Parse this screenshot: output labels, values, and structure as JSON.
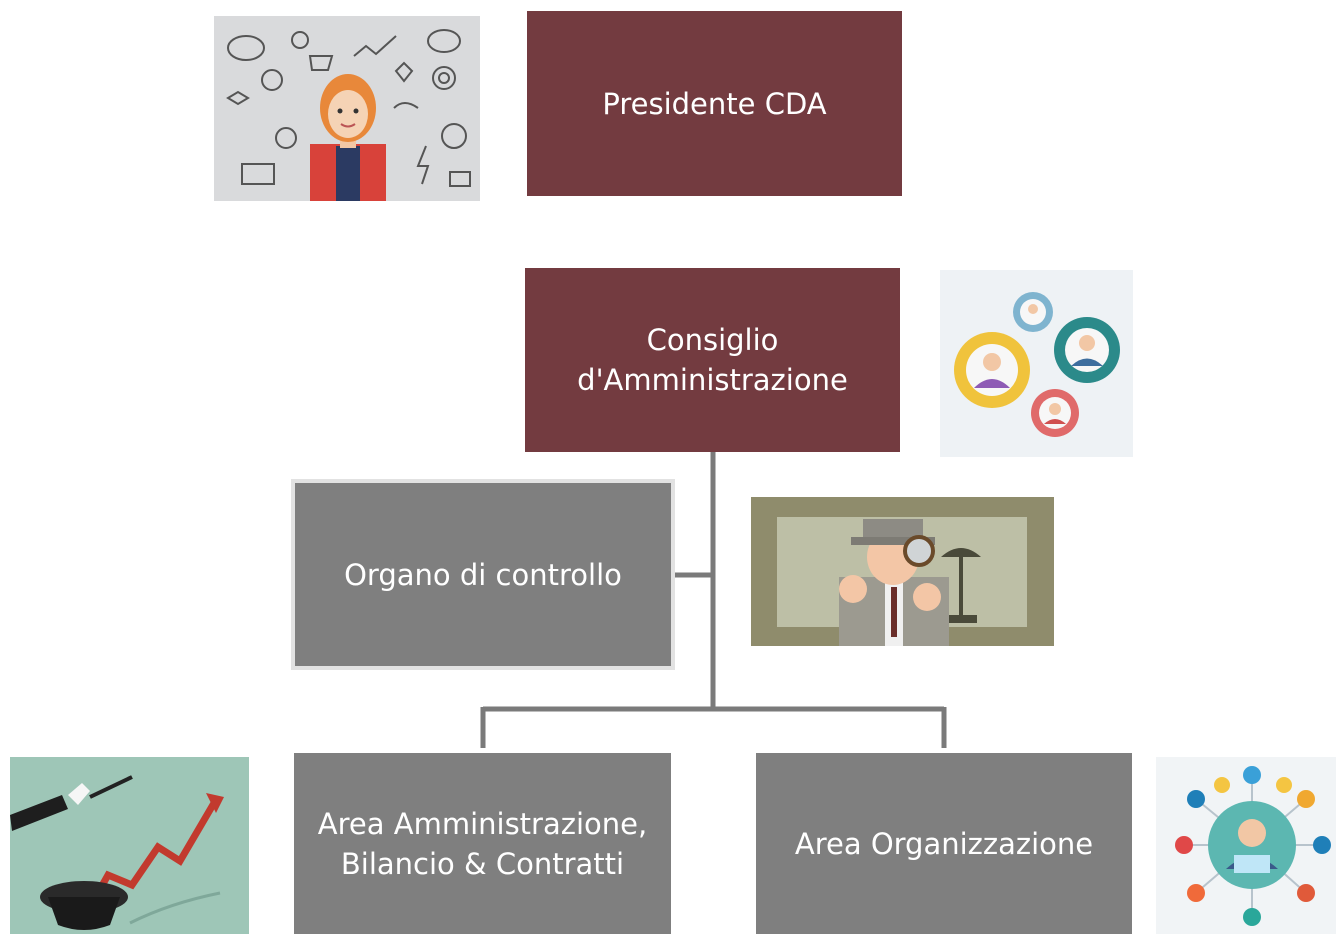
{
  "nodes": {
    "president": {
      "label": "Presidente CDA"
    },
    "board": {
      "line1": "Consiglio",
      "line2": "d'Amministrazione"
    },
    "control": {
      "label": "Organo di controllo"
    },
    "admin_area": {
      "line1": "Area Amministrazione,",
      "line2": "Bilancio & Contratti"
    },
    "org_area": {
      "label": "Area Organizzazione"
    }
  },
  "colors": {
    "top_box": "#733b40",
    "area_box": "#7f7f7f",
    "box_text": "#ffffff",
    "connector": "#7a7a7a"
  },
  "illustrations": {
    "president": "woman-with-doodle-icons-illustration",
    "board": "people-in-gears-illustration",
    "control": "detective-with-magnifier-illustration",
    "admin_area": "magic-hat-growth-chart-illustration",
    "org_area": "businessman-network-icons-illustration"
  }
}
